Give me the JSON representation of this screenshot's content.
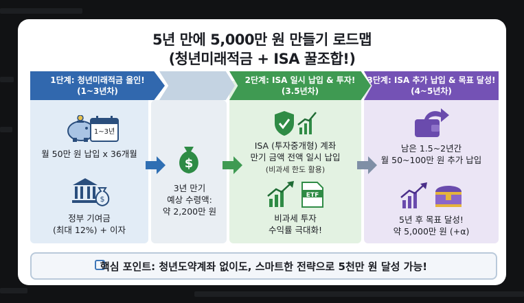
{
  "title": "5년 만에 5,000만 원 만들기 로드맵",
  "subtitle": "(청년미래적금 + ISA 꿀조합!)",
  "stages": [
    {
      "head_line1": "1단계: 청년미래적금 올인!",
      "head_line2": "(1~3년차)",
      "calendar_label": "1~3년",
      "item1": "월 50만 원 납입 x 36개월",
      "item2_line1": "정부 기여금",
      "item2_line2": "(최대 12%) + 이자",
      "color": "#3168ae"
    },
    {
      "head_line1": "2단계: ISA 일시 납입 & 투자!",
      "head_line2": "(3.5년차)",
      "item1_line1": "ISA (투자중개형) 계좌",
      "item1_line2": "만기 금액 전액 일시 납입",
      "item1_line3": "(비과세 한도 활용)",
      "etf_label": "ETF",
      "item2_line1": "비과세 투자",
      "item2_line2": "수익률 극대화!",
      "color": "#3f9a52"
    },
    {
      "head_line1": "3단계: ISA 추가 납입 & 목표 달성!",
      "head_line2": "(4~5년차)",
      "item1_line1": "남은 1.5~2년간",
      "item1_line2": "월 50~100만 원 추가 납입",
      "item2_line1": "5년 후 목표 달성!",
      "item2_line2": "약 5,000만 원 (+α)",
      "color": "#7452b5"
    }
  ],
  "middle": {
    "line1": "3년 만기",
    "line2": "예상 수령액:",
    "line3": "약 2,200만 원"
  },
  "bottom_note": "핵심 포인트: 청년도약계좌 없이도, 스마트한 전략으로 5천만 원 달성 가능!"
}
